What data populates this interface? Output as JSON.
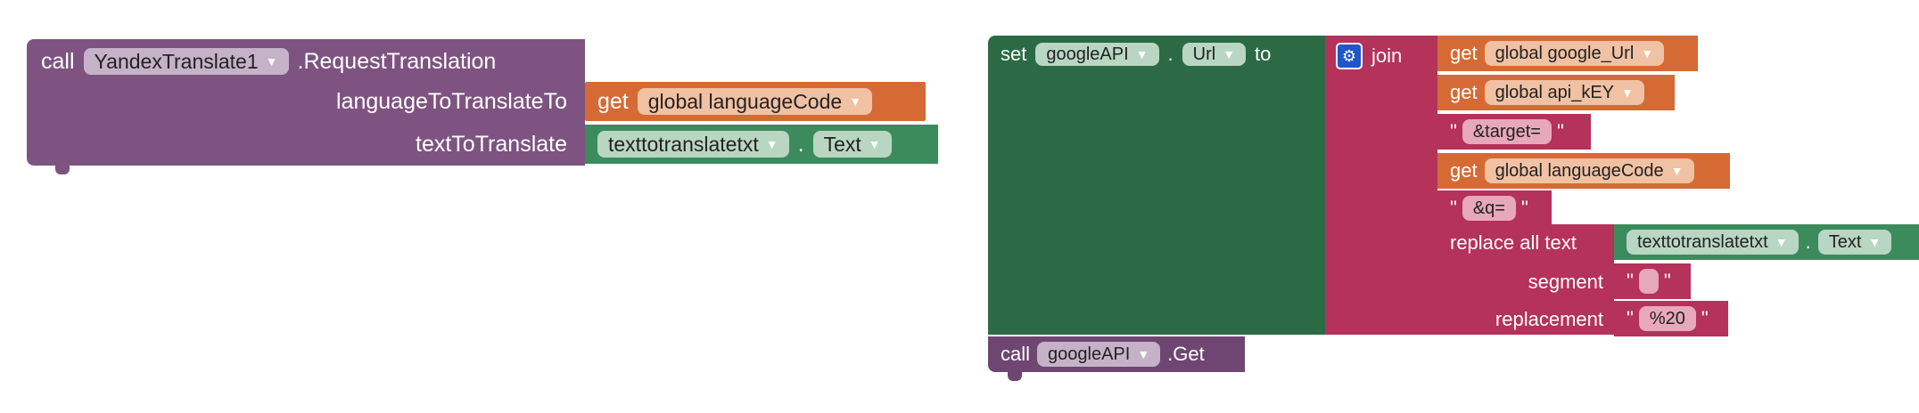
{
  "left_block": {
    "call_label": "call",
    "component": "YandexTranslate1",
    "method": ".RequestTranslation",
    "param1_label": "languageToTranslateTo",
    "param2_label": "textToTranslate",
    "get1": {
      "keyword": "get",
      "var": "global languageCode"
    },
    "text1": {
      "component": "texttotranslatetxt",
      "dot": ".",
      "prop": "Text"
    }
  },
  "right_block": {
    "set_label": "set",
    "component": "googleAPI",
    "dot": ".",
    "prop": "Url",
    "to_label": "to",
    "join_label": "join",
    "join_items": [
      {
        "type": "get",
        "keyword": "get",
        "var": "global google_Url"
      },
      {
        "type": "get",
        "keyword": "get",
        "var": "global api_kEY"
      },
      {
        "type": "text",
        "value": "&target="
      },
      {
        "type": "get",
        "keyword": "get",
        "var": "global languageCode"
      },
      {
        "type": "text",
        "value": "&q="
      }
    ],
    "replace": {
      "label": "replace all text",
      "component": "texttotranslatetxt",
      "dot": ".",
      "prop": "Text",
      "segment_label": "segment",
      "segment_value": " ",
      "replacement_label": "replacement",
      "replacement_value": "%20"
    },
    "call_get": {
      "call_label": "call",
      "component": "googleAPI",
      "method": ".Get"
    }
  },
  "quote_char": "\""
}
